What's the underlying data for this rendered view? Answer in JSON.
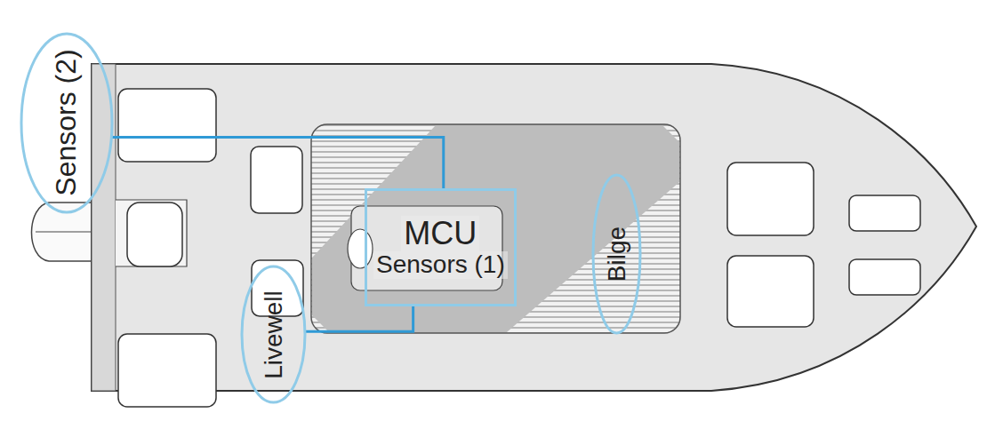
{
  "diagram": {
    "nodes": [
      {
        "text": [
          "Sensors (2)"
        ]
      },
      {
        "text": [
          "MCU",
          "Sensors (1)"
        ]
      },
      {
        "text": [
          "Livewell"
        ]
      },
      {
        "text": [
          "Bilge"
        ]
      }
    ],
    "edges": [
      {
        "from": 0,
        "to": 1,
        "arrow": "none"
      },
      {
        "from": 1,
        "to": 2,
        "arrow": "none"
      }
    ]
  }
}
